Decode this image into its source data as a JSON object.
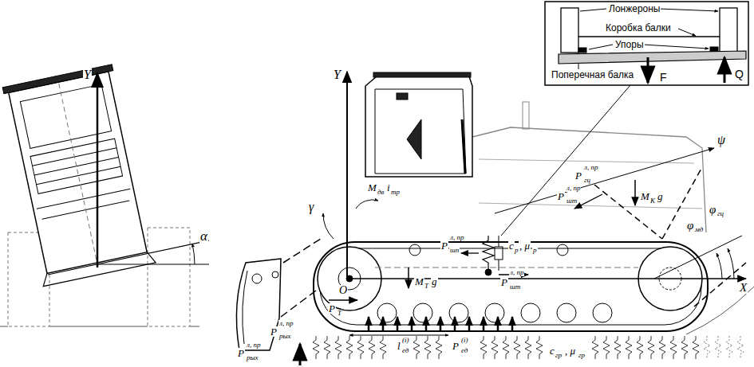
{
  "diagram": {
    "labels": [
      "Y",
      "α",
      "Y",
      "X",
      "O",
      "γ",
      "M",
      "дв",
      "i",
      "тр",
      "ψ",
      "φ",
      "гц",
      "φ",
      "мд",
      "M",
      "К",
      "g",
      "P",
      "гц",
      "л, пр",
      "P",
      "шт",
      "л, пр",
      "P",
      "шп",
      "л, пр",
      "c",
      "р",
      ", μ",
      "р",
      "M",
      "Т",
      "g",
      "P",
      "шт",
      "л, пр",
      "P",
      "Т",
      "l",
      "ед",
      "(i)",
      "P",
      "ед",
      "(i)",
      "c",
      "гр",
      ", μ",
      "гр",
      "P",
      "рых",
      "л, пр",
      "P",
      "рых",
      "л, пр",
      "Лонжероны",
      "Коробка балки",
      "Упоры",
      "Поперечная балка",
      "F",
      "Q"
    ]
  }
}
